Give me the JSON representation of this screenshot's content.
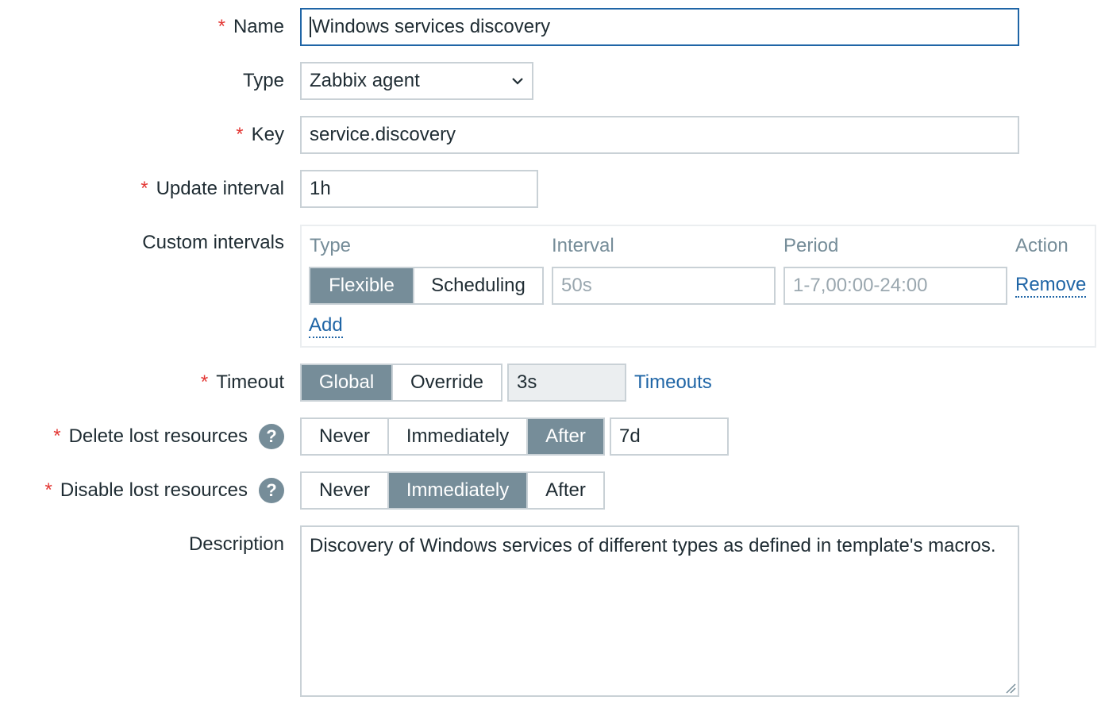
{
  "name": {
    "label": "Name",
    "value": "Windows services discovery"
  },
  "type": {
    "label": "Type",
    "value": "Zabbix agent"
  },
  "key": {
    "label": "Key",
    "value": "service.discovery"
  },
  "update_interval": {
    "label": "Update interval",
    "value": "1h"
  },
  "custom_intervals": {
    "label": "Custom intervals",
    "headers": {
      "type": "Type",
      "interval": "Interval",
      "period": "Period",
      "action": "Action"
    },
    "row": {
      "type_options": [
        "Flexible",
        "Scheduling"
      ],
      "type_selected": "Flexible",
      "interval_placeholder": "50s",
      "period_placeholder": "1-7,00:00-24:00",
      "remove_label": "Remove"
    },
    "add_label": "Add"
  },
  "timeout": {
    "label": "Timeout",
    "options": [
      "Global",
      "Override"
    ],
    "selected": "Global",
    "value": "3s",
    "link": "Timeouts"
  },
  "delete_lost": {
    "label": "Delete lost resources",
    "options": [
      "Never",
      "Immediately",
      "After"
    ],
    "selected": "After",
    "value": "7d"
  },
  "disable_lost": {
    "label": "Disable lost resources",
    "options": [
      "Never",
      "Immediately",
      "After"
    ],
    "selected": "Immediately"
  },
  "description": {
    "label": "Description",
    "value": "Discovery of Windows services of different types as defined in template's macros."
  },
  "required_mark": "*",
  "help_glyph": "?",
  "colors": {
    "accent": "#768d99",
    "link": "#1f65a6",
    "required": "#e33734",
    "border": "#c9d1d6"
  }
}
